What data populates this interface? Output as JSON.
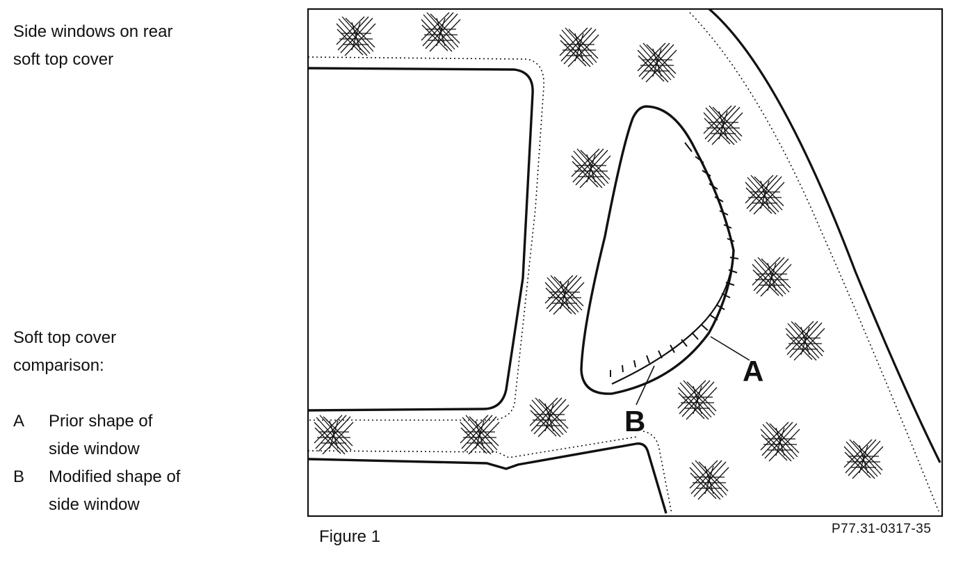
{
  "intro": {
    "line1": "Side windows on rear",
    "line2": "soft top cover"
  },
  "comparison": {
    "line1": "Soft top cover",
    "line2": "comparison:"
  },
  "legend": [
    {
      "key": "A",
      "line1": "Prior shape of",
      "line2": "side window"
    },
    {
      "key": "B",
      "line1": "Modified shape of",
      "line2": "side window"
    }
  ],
  "figure": {
    "caption": "Figure 1",
    "reference": "P77.31-0317-35",
    "label_a": "A",
    "label_b": "B"
  }
}
